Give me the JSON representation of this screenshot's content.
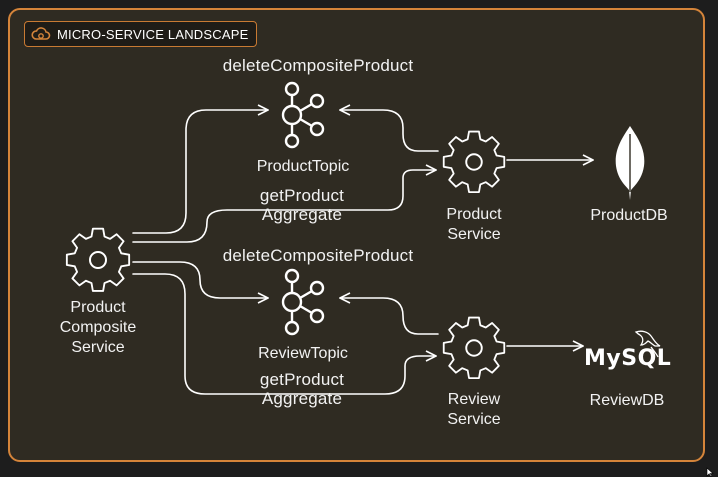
{
  "header": {
    "title": "MICRO-SERVICE LANDSCAPE",
    "icon": "cloud-gear-icon"
  },
  "nodes": {
    "composite": {
      "line1": "Product",
      "line2": "Composite",
      "line3": "Service",
      "icon": "gear-icon"
    },
    "product_topic": {
      "label": "ProductTopic",
      "icon": "kafka-topic-icon"
    },
    "review_topic": {
      "label": "ReviewTopic",
      "icon": "kafka-topic-icon"
    },
    "product_service": {
      "line1": "Product",
      "line2": "Service",
      "icon": "gear-icon"
    },
    "review_service": {
      "line1": "Review",
      "line2": "Service",
      "icon": "gear-icon"
    },
    "product_db": {
      "label": "ProductDB",
      "icon": "mongodb-leaf-icon"
    },
    "review_db": {
      "label": "ReviewDB",
      "logo_text": "MySQL",
      "icon": "mysql-dolphin-icon"
    }
  },
  "edge_labels": {
    "delete_top": "deleteCompositeProduct",
    "delete_bottom": "deleteCompositeProduct",
    "get_top_line1": "getProduct",
    "get_top_line2": "Aggregate",
    "get_bottom_line1": "getProduct",
    "get_bottom_line2": "Aggregate"
  },
  "colors": {
    "frame": "#d4843a",
    "background": "#2f2b22",
    "stroke": "#ffffff"
  }
}
